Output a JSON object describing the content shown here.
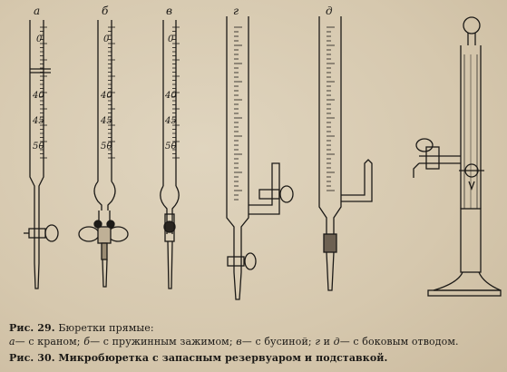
{
  "figure_letters": [
    "а",
    "б",
    "в",
    "г",
    "д"
  ],
  "scale_labels": {
    "a": [
      "0",
      "40",
      "45",
      "50"
    ],
    "b": [
      "0",
      "40",
      "45",
      "50"
    ],
    "v": [
      "0",
      "40",
      "45",
      "50"
    ]
  },
  "caption_fig29": {
    "label": "Рис. 29.",
    "title": "Бюретки прямые:"
  },
  "caption_fig29_legend": {
    "a_letter": "а",
    "a_text": "— с краном;",
    "b_letter": "б",
    "b_text": "— с пружинным зажимом;",
    "v_letter": "в",
    "v_text": "— с бусиной;",
    "g_letter": "г",
    "and_text": "и",
    "d_letter": "д",
    "gd_text": "— с боковым отводом."
  },
  "caption_fig30": {
    "label": "Рис. 30.",
    "text": "Микробюретка с запасным резервуаром и подставкой."
  }
}
